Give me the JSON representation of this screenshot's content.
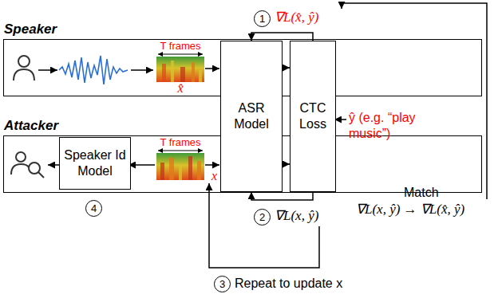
{
  "diagram": {
    "nodes": [
      {
        "text": [
          "Speaker"
        ]
      },
      {
        "text": [
          "Attacker"
        ]
      },
      {
        "text": [
          "ASR Model"
        ]
      },
      {
        "text": [
          "CTC Loss"
        ]
      },
      {
        "text": [
          "Speaker Id Model"
        ],
        "in": 1
      }
    ],
    "edges": [
      {
        "from": 2,
        "to": 3,
        "arrow": "to"
      },
      {
        "from": 3,
        "to": 2,
        "arrow": "to"
      },
      {
        "from": 2,
        "to": 3,
        "arrow": "to"
      },
      {
        "from": 3,
        "to": 2,
        "arrow": "to"
      }
    ],
    "labels": [
      "1",
      "∇L(x̂, ŷ)",
      "T frames",
      "x̂",
      "T frames",
      "x",
      "ŷ (e.g. “play music”)",
      "Match",
      "∇L(x, ŷ) → ∇L(x̂, ŷ)",
      "2",
      "∇L(x, ŷ)",
      "3",
      "Repeat to update x",
      "4"
    ]
  }
}
